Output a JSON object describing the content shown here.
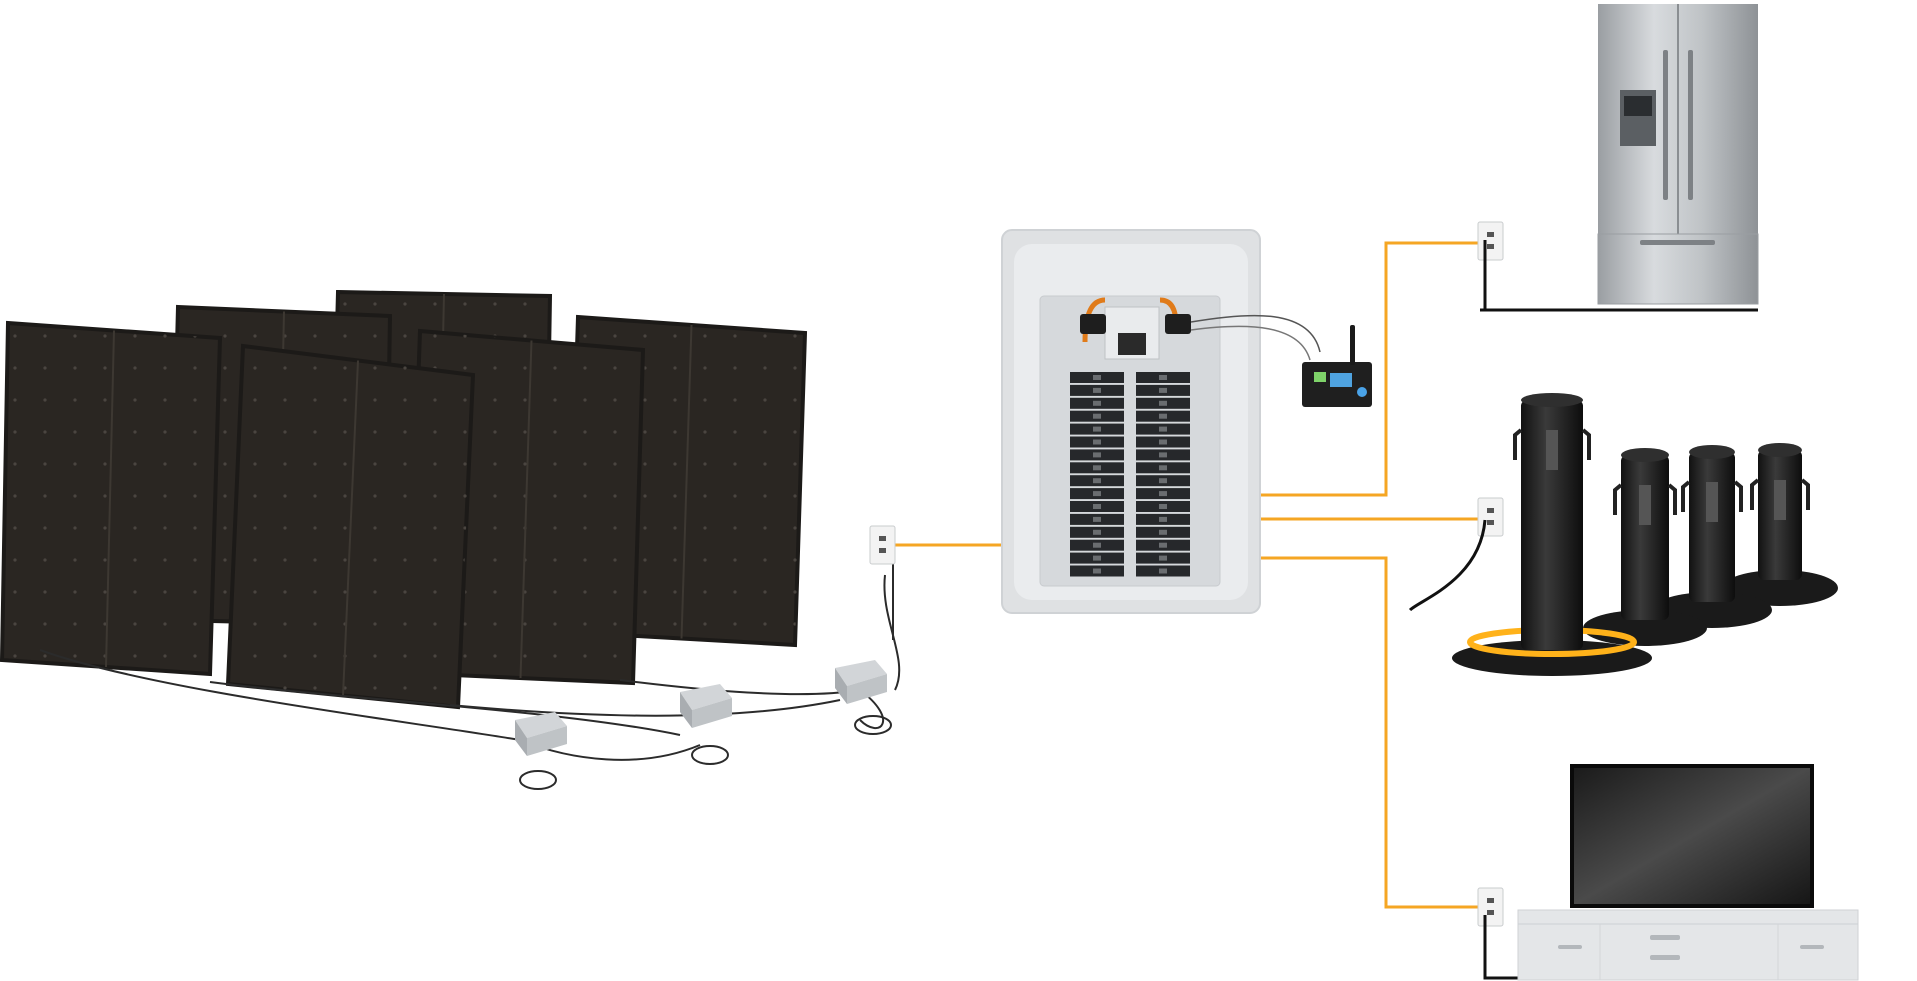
{
  "colors": {
    "wire": "#F5A623",
    "panel": "#2a2622",
    "panel_frame": "#1c1a18",
    "cable": "#2b2b2b",
    "outlet": "#f3f3f3",
    "breaker_box": "#e4e6e8",
    "breaker": "#26282b",
    "appliance_steel": "#c4c7ca",
    "glow": "#ffb21a"
  },
  "icons": [
    "solar-panel-icon",
    "microinverter-icon",
    "wall-outlet-icon",
    "breaker-panel-icon",
    "monitoring-gateway-icon",
    "refrigerator-icon",
    "battery-tower-icon",
    "television-icon",
    "tv-stand-icon"
  ],
  "components": {
    "solar_panels": 6,
    "microinverters": 3,
    "breaker_rows": 16,
    "battery_units": 4
  }
}
